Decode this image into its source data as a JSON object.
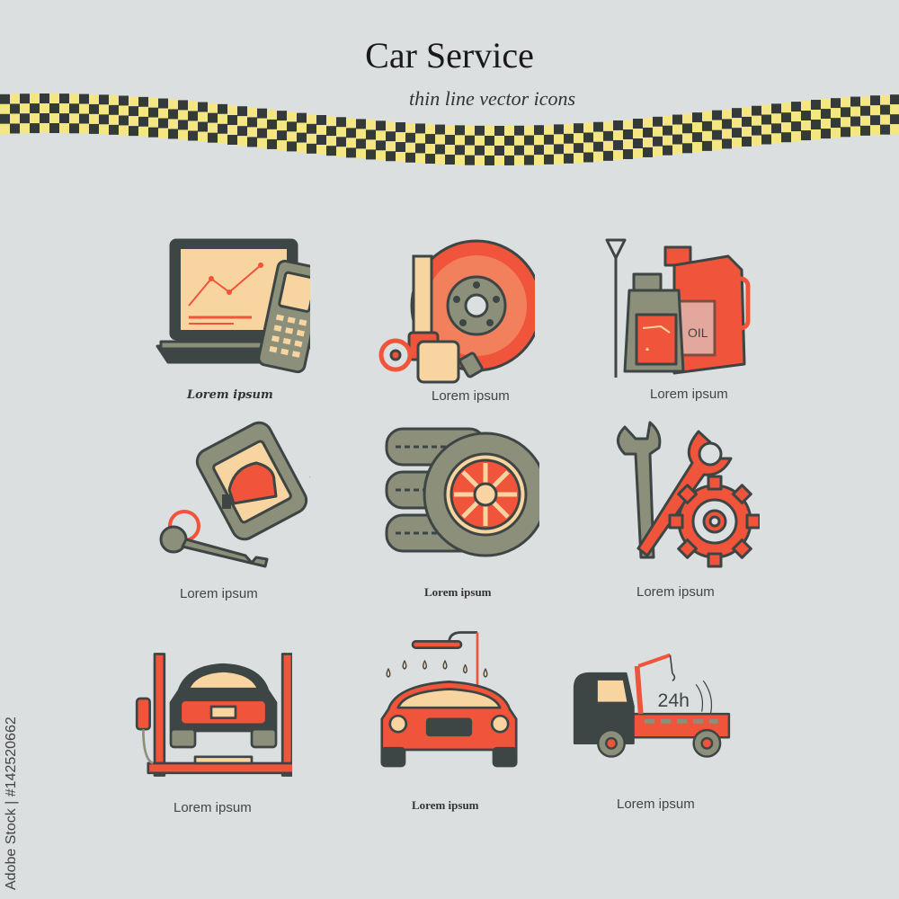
{
  "header": {
    "title": "Car Service",
    "subtitle": "thin line vector icons"
  },
  "palette": {
    "background": "#dcdfe0",
    "outline": "#3d4644",
    "orange": "#f0543a",
    "cream": "#f8d4a0",
    "yellow_check": "#f4e783",
    "dark_check": "#333a38",
    "grey_green": "#8c8f7a"
  },
  "icons": [
    {
      "id": "diagnostics",
      "icon": "laptop-diagnostics-icon",
      "label": "Lorem ipsum"
    },
    {
      "id": "brakes",
      "icon": "brake-disc-icon",
      "label": "Lorem ipsum"
    },
    {
      "id": "oil",
      "icon": "oil-canister-icon",
      "label": "Lorem ipsum",
      "oil_text": "OIL"
    },
    {
      "id": "alarm",
      "icon": "car-alarm-key-icon",
      "label": "Lorem  ipsum"
    },
    {
      "id": "tires",
      "icon": "tires-icon",
      "label": "Lorem ipsum"
    },
    {
      "id": "tools",
      "icon": "wrench-gear-icon",
      "label": "Lorem ipsum"
    },
    {
      "id": "lift",
      "icon": "car-lift-icon",
      "label": "Lorem  ipsum"
    },
    {
      "id": "wash",
      "icon": "car-wash-icon",
      "label": "Lorem ipsum"
    },
    {
      "id": "tow",
      "icon": "tow-truck-icon",
      "label": "Lorem ipsum",
      "hours_text": "24h"
    }
  ],
  "stock_id": "Adobe Stock | #142520662"
}
